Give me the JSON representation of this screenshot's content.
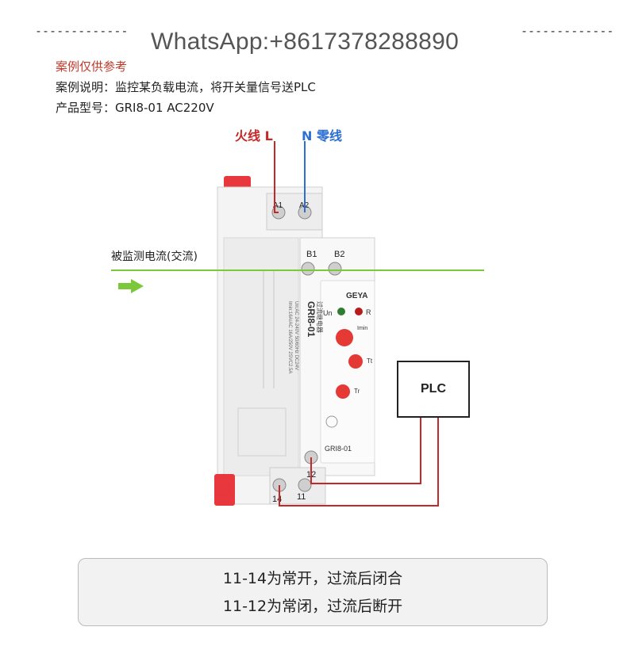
{
  "header": {
    "dashes_left": "-------------",
    "dashes_right": "-------------",
    "watermark": "WhatsApp:+8617378288890",
    "case_title": "案例仅供参考",
    "case_desc": "案例说明：监控某负载电流，将开关量信号送PLC",
    "model": "产品型号：GRI8-01 AC220V"
  },
  "wires": {
    "live_label": "火线 L",
    "neutral_label": "N 零线",
    "monitored_current_label": "被监测电流(交流)"
  },
  "device": {
    "brand": "GEYA",
    "model": "GRI8-01",
    "model_bottom": "GRI8-01",
    "side_label": "过流继电器",
    "spec_line1": "Un:AC 24-240V 50/60Hz DC24V",
    "spec_line2": "Imin:16A/AC 16A/250V 2SVC2.5A",
    "led_un": "Un",
    "led_r": "R",
    "knob1_label": "Imin",
    "knob2_label": "Tt",
    "knob3_label": "Tr",
    "terminals": {
      "a1": "A1",
      "a2": "A2",
      "b1": "B1",
      "b2": "B2",
      "t12": "12",
      "t14": "14",
      "t11": "11"
    }
  },
  "plc": {
    "label": "PLC"
  },
  "note": {
    "line1": "11-14为常开，过流后闭合",
    "line2": "11-12为常闭，过流后断开"
  },
  "colors": {
    "live": "#c62828",
    "neutral": "#2d6fd1",
    "monitor_line": "#7bc83a",
    "knob": "#e53935",
    "device_body": "#f3f3f3"
  }
}
